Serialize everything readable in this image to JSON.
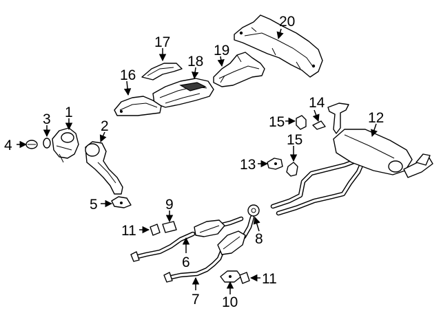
{
  "callouts": [
    {
      "id": "c1",
      "label": "1"
    },
    {
      "id": "c2",
      "label": "2"
    },
    {
      "id": "c3",
      "label": "3"
    },
    {
      "id": "c4",
      "label": "4"
    },
    {
      "id": "c5",
      "label": "5"
    },
    {
      "id": "c6",
      "label": "6"
    },
    {
      "id": "c7",
      "label": "7"
    },
    {
      "id": "c8",
      "label": "8"
    },
    {
      "id": "c9",
      "label": "9"
    },
    {
      "id": "c10",
      "label": "10"
    },
    {
      "id": "c11a",
      "label": "11"
    },
    {
      "id": "c11b",
      "label": "11"
    },
    {
      "id": "c12",
      "label": "12"
    },
    {
      "id": "c13",
      "label": "13"
    },
    {
      "id": "c14",
      "label": "14"
    },
    {
      "id": "c15a",
      "label": "15"
    },
    {
      "id": "c15b",
      "label": "15"
    },
    {
      "id": "c16",
      "label": "16"
    },
    {
      "id": "c17",
      "label": "17"
    },
    {
      "id": "c18",
      "label": "18"
    },
    {
      "id": "c19",
      "label": "19"
    },
    {
      "id": "c20",
      "label": "20"
    }
  ]
}
